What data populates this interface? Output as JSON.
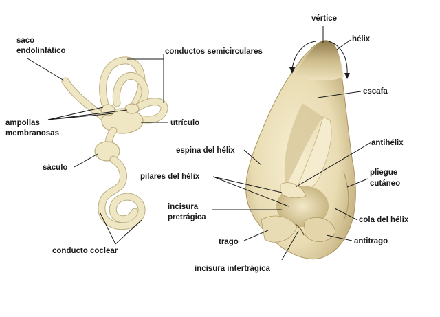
{
  "labels": {
    "saco_endolinfatico_1": "saco",
    "saco_endolinfatico_2": "endolinfático",
    "conductos_semicirculares": "conductos semicirculares",
    "ampollas_1": "ampollas",
    "ampollas_2": "membranosas",
    "utriculo": "utrículo",
    "saculo": "sáculo",
    "conducto_coclear": "conducto coclear",
    "vertice": "vértice",
    "helix": "hélix",
    "escafa": "escafa",
    "espina_helix": "espina del hélix",
    "antihelix": "antihélix",
    "pilares_helix": "pilares del hélix",
    "pliegue_1": "pliegue",
    "pliegue_2": "cutáneo",
    "incisura_pretragica_1": "incisura",
    "incisura_pretragica_2": "pretrágica",
    "cola_helix": "cola del hélix",
    "trago": "trago",
    "antitrago": "antitrago",
    "incisura_intertragica": "incisura intertrágica"
  },
  "colors": {
    "labyrinth_fill": "#efe6c4",
    "labyrinth_edge": "#b9ab7c",
    "ear_light": "#f1e7c6",
    "ear_shadow": "#9c8757",
    "text": "#1a1a1a"
  }
}
